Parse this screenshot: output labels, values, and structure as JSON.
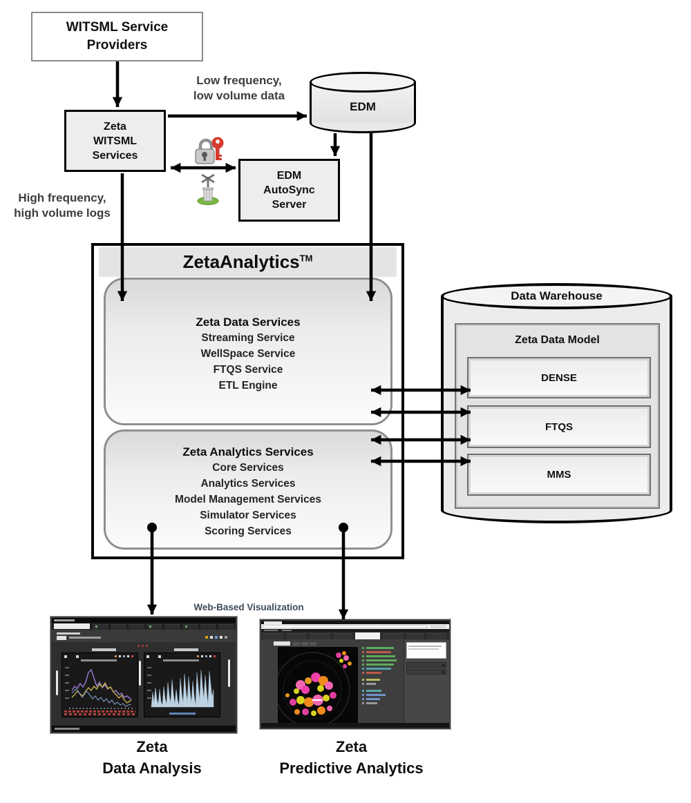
{
  "colors": {
    "arrow": "#000000",
    "node_border": "#000000",
    "node_fill": "#ededed",
    "group_border": "#8f8f8f",
    "title_band": "#e4e4e4",
    "annotation_text": "#3d3d3d",
    "web_viz_text": "#3f4a56",
    "lock_red_key": "#d63a2f",
    "statue_base_green": "#78b843"
  },
  "nodes": {
    "witsml_providers": "WITSML Service\nProviders",
    "zeta_witsml_services": "Zeta\nWITSML\nServices",
    "edm_db": "EDM",
    "edm_autosync": "EDM\nAutoSync\nServer",
    "platform_title": "ZetaAnalytics",
    "platform_tm": "TM",
    "data_services": {
      "title": "Zeta Data Services",
      "items": [
        "Streaming Service",
        "WellSpace Service",
        "FTQS Service",
        "ETL Engine"
      ]
    },
    "analytics_services": {
      "title": "Zeta Analytics Services",
      "items": [
        "Core Services",
        "Analytics Services",
        "Model Management Services",
        "Simulator Services",
        "Scoring Services"
      ]
    },
    "warehouse": {
      "title": "Data Warehouse",
      "model": "Zeta Data Model",
      "stores": [
        "DENSE",
        "FTQS",
        "MMS"
      ]
    }
  },
  "annotations": {
    "low_freq": "Low frequency,\nlow volume data",
    "high_freq": "High frequency,\nhigh volume logs",
    "web_viz": "Web-Based Visualization"
  },
  "captions": {
    "data_analysis": "Zeta\nData Analysis",
    "predictive": "Zeta\nPredictive Analytics"
  }
}
